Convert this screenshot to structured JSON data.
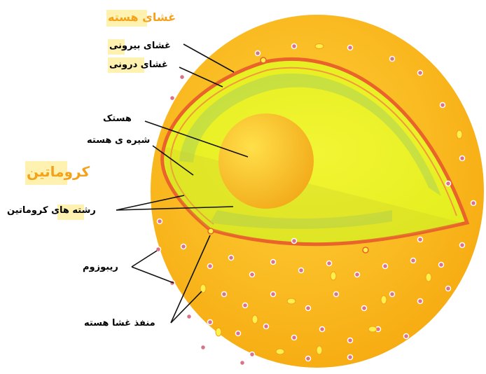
{
  "diagram": {
    "labels": {
      "nuclear_envelope": "غشای هسته",
      "outer_membrane": "غشای بیرونی",
      "inner_membrane": "غشای درونی",
      "nucleolus": "هستک",
      "nucleoplasm": "شیره ی هسته",
      "chromatin": "کروماتین",
      "chromatin_fibers": "رشته های کروماتین",
      "ribosome": "ریبوزوم",
      "nuclear_pore": "منفذ غشا هسته"
    },
    "colors": {
      "cytoplasm": "#f9b517",
      "membrane": "#e9632a",
      "nucleoplasm": "#e6ef1c",
      "chromatin": "#b9d648",
      "nucleolus": "#f7bb1a",
      "ribosome": "#d9738a",
      "title_orange": "#f3a21a",
      "highlight": "#fff2b0"
    }
  }
}
